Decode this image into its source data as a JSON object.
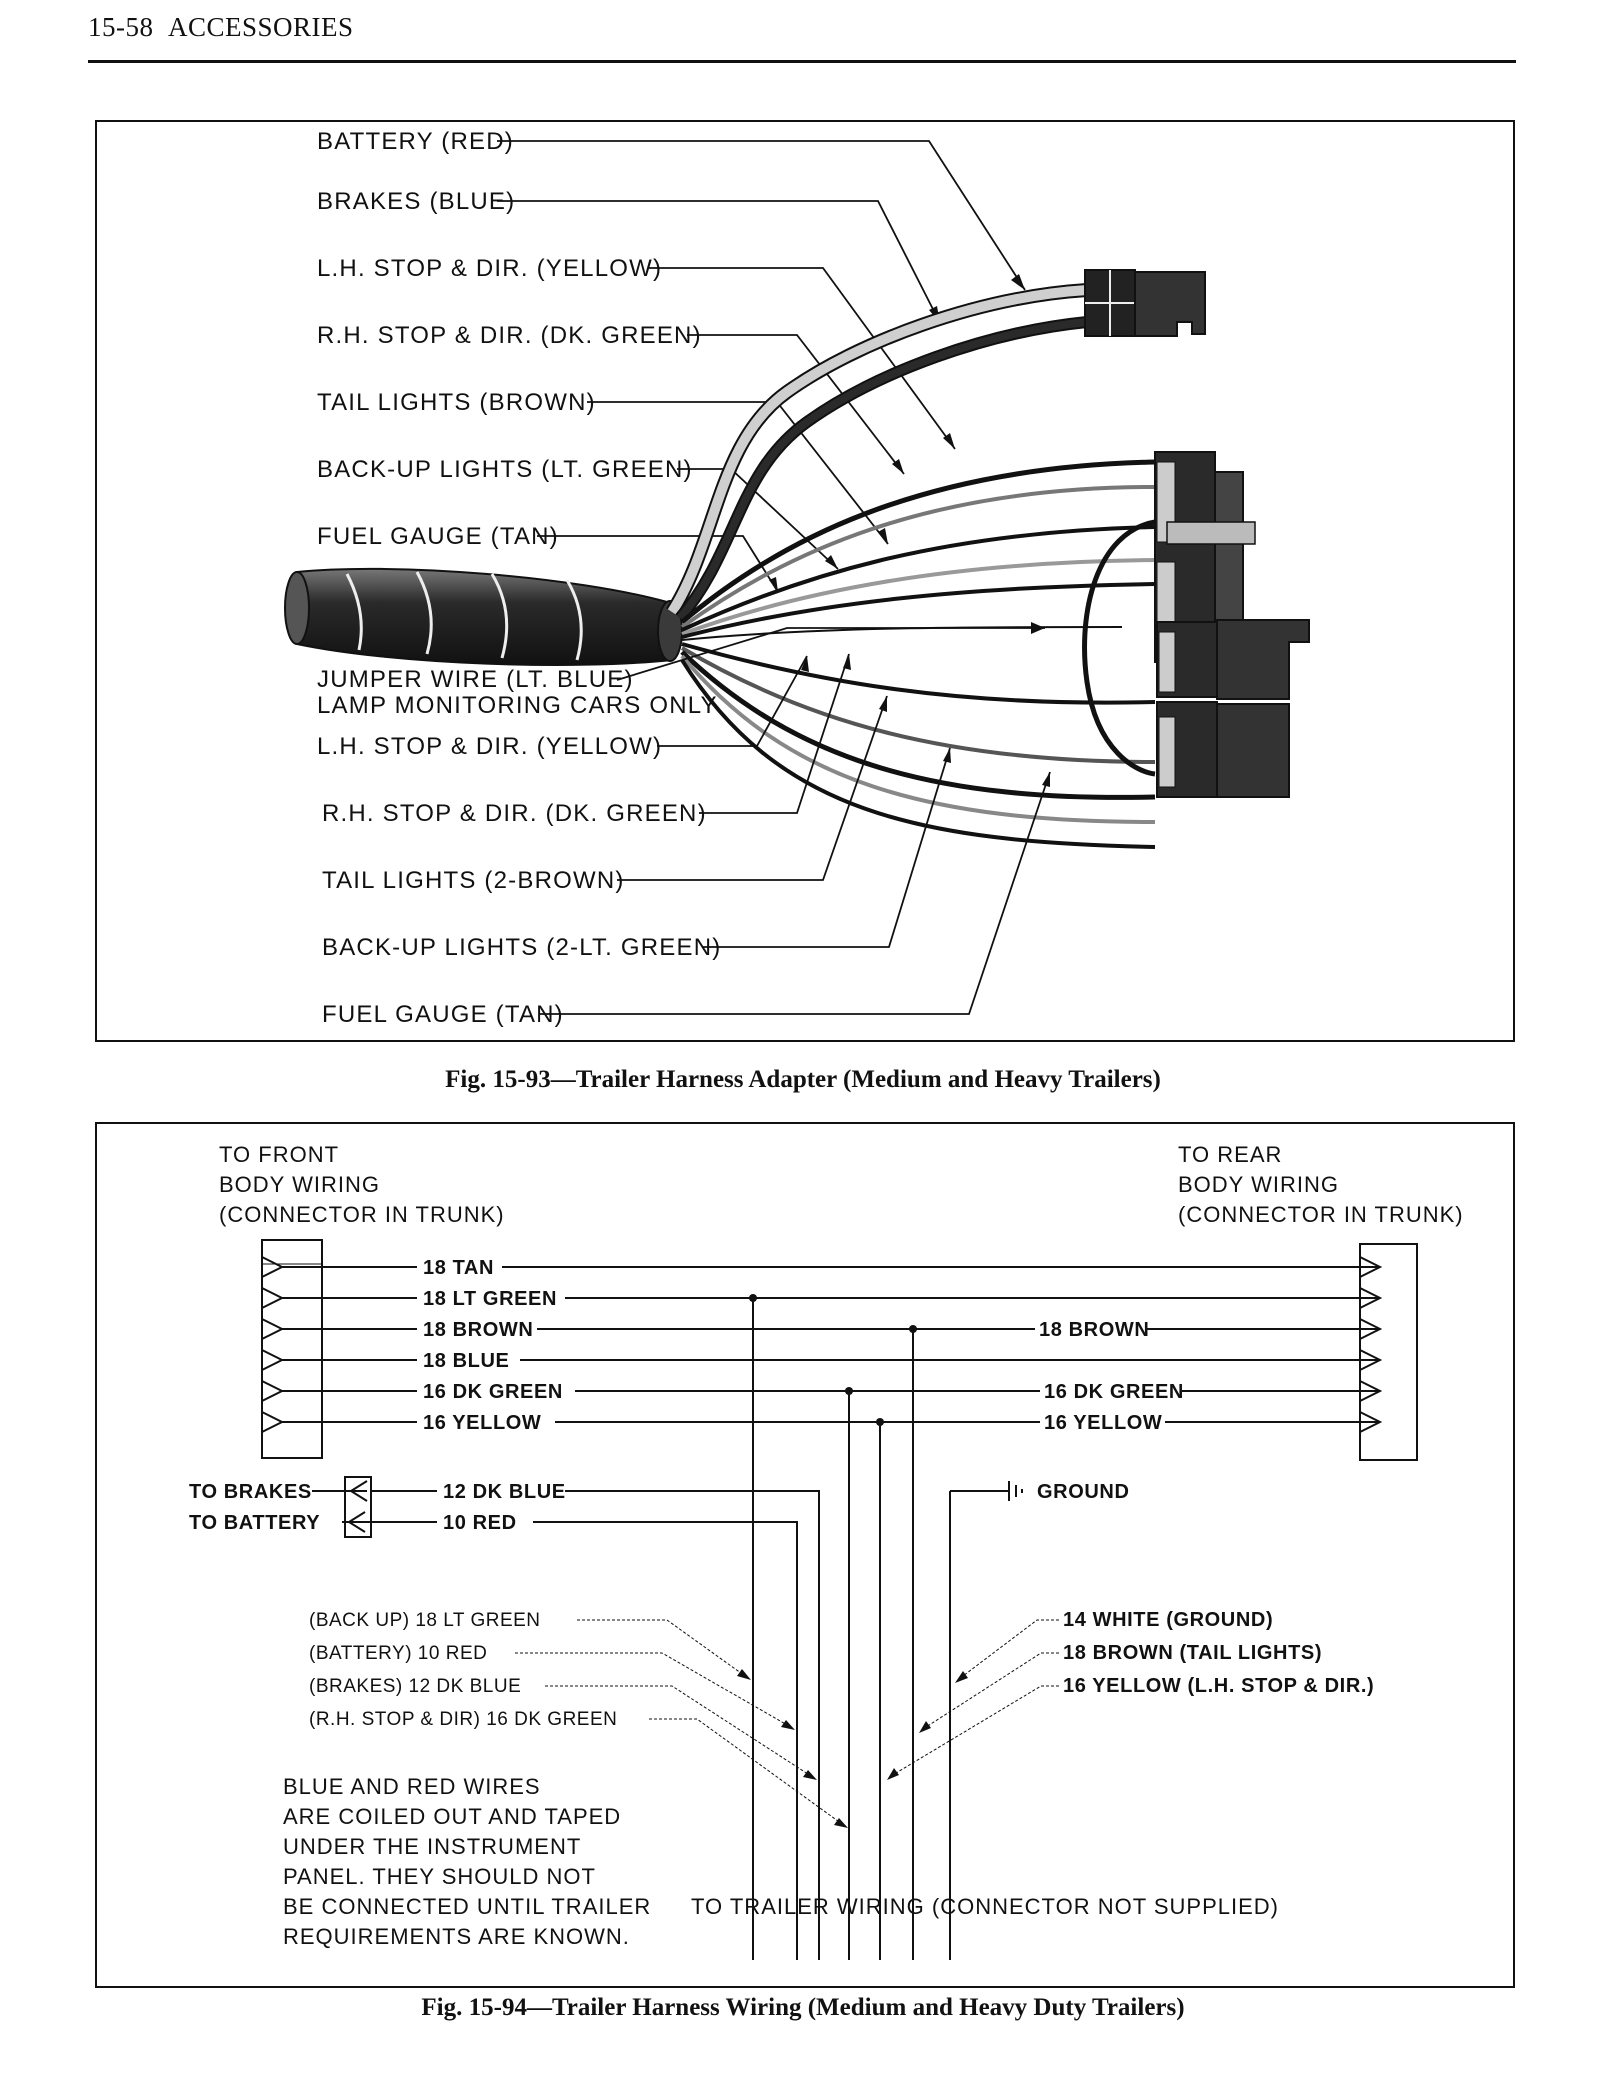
{
  "header": {
    "page": "15-58",
    "section": "ACCESSORIES"
  },
  "figure1": {
    "caption": "Fig. 15-93—Trailer Harness Adapter (Medium and Heavy Trailers)",
    "upper_labels": [
      "BATTERY (RED)",
      "BRAKES (BLUE)",
      "L.H. STOP & DIR. (YELLOW)",
      "R.H. STOP & DIR. (DK. GREEN)",
      "TAIL LIGHTS (BROWN)",
      "BACK-UP LIGHTS (LT. GREEN)",
      "FUEL GAUGE (TAN)"
    ],
    "lower_labels": [
      "JUMPER WIRE (LT. BLUE)",
      "LAMP MONITORING CARS ONLY",
      "L.H. STOP & DIR. (YELLOW)",
      "R.H. STOP & DIR. (DK. GREEN)",
      "TAIL LIGHTS (2-BROWN)",
      "BACK-UP LIGHTS (2-LT. GREEN)",
      "FUEL GAUGE (TAN)"
    ]
  },
  "figure2": {
    "caption": "Fig. 15-94—Trailer Harness Wiring (Medium and Heavy Duty Trailers)",
    "front_label": [
      "TO FRONT",
      "BODY WIRING",
      "(CONNECTOR IN TRUNK)"
    ],
    "rear_label": [
      "TO REAR",
      "BODY WIRING",
      "(CONNECTOR IN TRUNK)"
    ],
    "wires_left": [
      "18  TAN",
      "18  LT GREEN",
      "18  BROWN",
      "18  BLUE",
      "16  DK GREEN",
      "16  YELLOW"
    ],
    "wires_right": [
      "18 BROWN",
      "16 DK GREEN",
      "16 YELLOW"
    ],
    "brakes_label": "TO BRAKES",
    "battery_label": "TO BATTERY",
    "brakes_wire": "12 DK BLUE",
    "battery_wire": "10 RED",
    "ground_label": "GROUND",
    "left_callouts": [
      "(BACK UP)  18 LT GREEN",
      "(BATTERY)  10 RED",
      "(BRAKES)  12 DK BLUE",
      "(R.H. STOP & DIR)  16 DK GREEN"
    ],
    "right_callouts": [
      "14  WHITE  (GROUND)",
      "18  BROWN  (TAIL LIGHTS)",
      "16  YELLOW  (L.H. STOP & DIR.)"
    ],
    "note": [
      "BLUE AND RED WIRES",
      "ARE COILED OUT AND TAPED",
      "UNDER THE INSTRUMENT",
      "PANEL. THEY SHOULD NOT",
      "BE CONNECTED UNTIL TRAILER",
      "REQUIREMENTS ARE KNOWN."
    ],
    "trailer_label": "TO TRAILER WIRING (CONNECTOR NOT SUPPLIED)"
  }
}
